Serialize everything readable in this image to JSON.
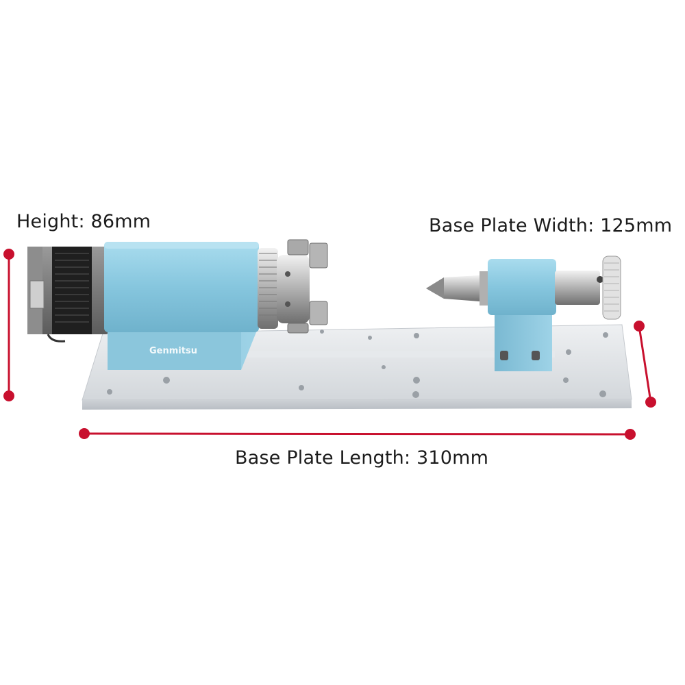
{
  "labels": {
    "height": "Height: 86mm",
    "width": "Base Plate Width: 125mm",
    "length": "Base Plate Length: 310mm"
  },
  "brand": "Genmitsu",
  "colors": {
    "dimension_marker": "#c8102e",
    "housing_blue": "#8fcbe0",
    "base_plate": "#d9dde2",
    "text": "#1c1c1c"
  }
}
